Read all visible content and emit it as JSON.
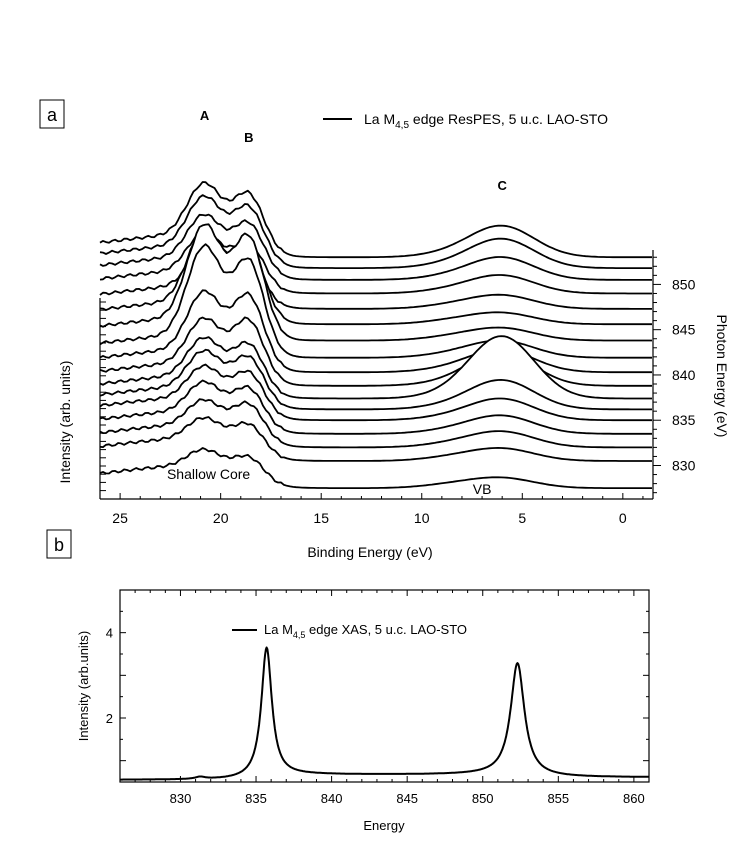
{
  "chart_data": [
    {
      "type": "line",
      "panel": "a",
      "legend": "La M<sub>4,5</sub> edge ResPES, 5 u.c. LAO-STO",
      "legend_main": "La M",
      "legend_sub": "4,5",
      "legend_rest": " edge ResPES, 5 u.c. LAO-STO",
      "xlabel": "Binding Energy (eV)",
      "ylabel": "Intensity (arb. units)",
      "y2label": "Photon Energy (eV)",
      "xlim": [
        26,
        -1.5
      ],
      "x_reversed": true,
      "xticks": [
        25,
        20,
        15,
        10,
        5,
        0
      ],
      "y2ticks": [
        830,
        835,
        840,
        845,
        850
      ],
      "y2lim": [
        826.3,
        853.8
      ],
      "peak_labels": [
        {
          "text": "A",
          "x": 20.8
        },
        {
          "text": "B",
          "x": 18.6
        },
        {
          "text": "C",
          "x": 6.0
        }
      ],
      "annotations": [
        {
          "text": "Shallow Core",
          "x": 20.6
        },
        {
          "text": "VB",
          "x": 7.0
        }
      ],
      "series": [
        {
          "photon_energy": 827.5,
          "peak_A": 0.9,
          "peak_B": 0.85,
          "peak_C": 0.45
        },
        {
          "photon_energy": 830.5,
          "peak_A": 1.1,
          "peak_B": 1.1,
          "peak_C": 0.55
        },
        {
          "photon_energy": 832.0,
          "peak_A": 1.3,
          "peak_B": 1.4,
          "peak_C": 0.7
        },
        {
          "photon_energy": 833.5,
          "peak_A": 1.5,
          "peak_B": 1.5,
          "peak_C": 0.8
        },
        {
          "photon_energy": 835.0,
          "peak_A": 1.6,
          "peak_B": 1.6,
          "peak_C": 0.95
        },
        {
          "photon_energy": 836.2,
          "peak_A": 1.8,
          "peak_B": 1.8,
          "peak_C": 1.3
        },
        {
          "photon_energy": 837.4,
          "peak_A": 1.9,
          "peak_B": 1.9,
          "peak_C": 2.8
        },
        {
          "photon_energy": 838.8,
          "peak_A": 2.2,
          "peak_B": 2.4,
          "peak_C": 1.5
        },
        {
          "photon_energy": 840.3,
          "peak_A": 2.8,
          "peak_B": 2.9,
          "peak_C": 1.0
        },
        {
          "photon_energy": 841.9,
          "peak_A": 4.2,
          "peak_B": 3.8,
          "peak_C": 0.75
        },
        {
          "photon_energy": 843.8,
          "peak_A": 4.4,
          "peak_B": 4.1,
          "peak_C": 0.55
        },
        {
          "photon_energy": 845.6,
          "peak_A": 3.4,
          "peak_B": 3.1,
          "peak_C": 0.5
        },
        {
          "photon_energy": 847.3,
          "peak_A": 1.6,
          "peak_B": 1.5,
          "peak_C": 0.6
        },
        {
          "photon_energy": 849.0,
          "peak_A": 1.9,
          "peak_B": 1.7,
          "peak_C": 0.8
        },
        {
          "photon_energy": 850.5,
          "peak_A": 2.1,
          "peak_B": 2.0,
          "peak_C": 1.0
        },
        {
          "photon_energy": 851.8,
          "peak_A": 2.4,
          "peak_B": 2.2,
          "peak_C": 1.3
        },
        {
          "photon_energy": 853.0,
          "peak_A": 2.5,
          "peak_B": 2.3,
          "peak_C": 1.4
        }
      ]
    },
    {
      "type": "line",
      "panel": "b",
      "legend_main": "La M",
      "legend_sub": "4,5",
      "legend_rest": " edge XAS, 5 u.c. LAO-STO",
      "xlabel": "Energy",
      "ylabel": "Intensity (arb.units)",
      "xlim": [
        826,
        861
      ],
      "ylim": [
        0.5,
        5
      ],
      "xticks": [
        830,
        835,
        840,
        845,
        850,
        855,
        860
      ],
      "yticks": [
        2,
        4
      ],
      "peaks": [
        {
          "x": 835.7,
          "y": 3.6
        },
        {
          "x": 852.3,
          "y": 3.2
        }
      ],
      "baseline": 0.55
    }
  ]
}
